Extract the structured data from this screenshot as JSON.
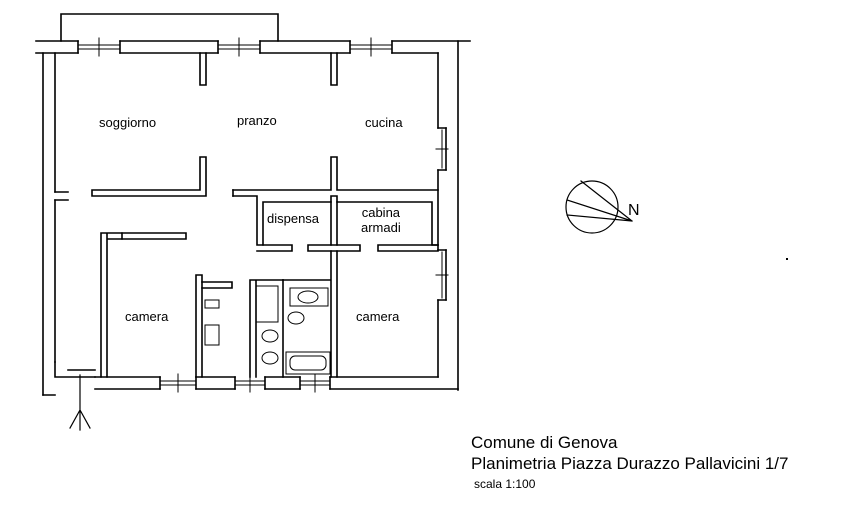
{
  "rooms": {
    "soggiorno": "soggiorno",
    "pranzo": "pranzo",
    "cucina": "cucina",
    "dispensa": "dispensa",
    "cabina_armadi_line1": "cabina",
    "cabina_armadi_line2": "armadi",
    "camera_left": "camera",
    "camera_right": "camera"
  },
  "compass": {
    "north_label": "N"
  },
  "title_block": {
    "line1": "Comune di Genova",
    "line2": "Planimetria Piazza Durazzo Pallavicini 1/7",
    "scale": "scala 1:100"
  }
}
